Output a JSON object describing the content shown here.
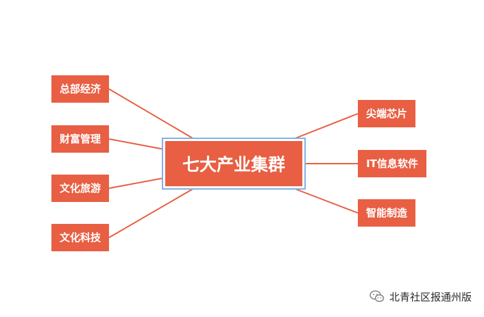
{
  "center": {
    "label": "七大产业集群"
  },
  "left_nodes": [
    {
      "label": "总部经济"
    },
    {
      "label": "财富管理"
    },
    {
      "label": "文化旅游"
    },
    {
      "label": "文化科技"
    }
  ],
  "right_nodes": [
    {
      "label": "尖端芯片"
    },
    {
      "label": "IT信息软件"
    },
    {
      "label": "智能制造"
    }
  ],
  "watermark": {
    "text": "北青社区报通州版",
    "icon": "wechat-icon"
  },
  "colors": {
    "node": "#e85f43",
    "line": "#e85f43",
    "center_border": "#7fb3e6"
  }
}
